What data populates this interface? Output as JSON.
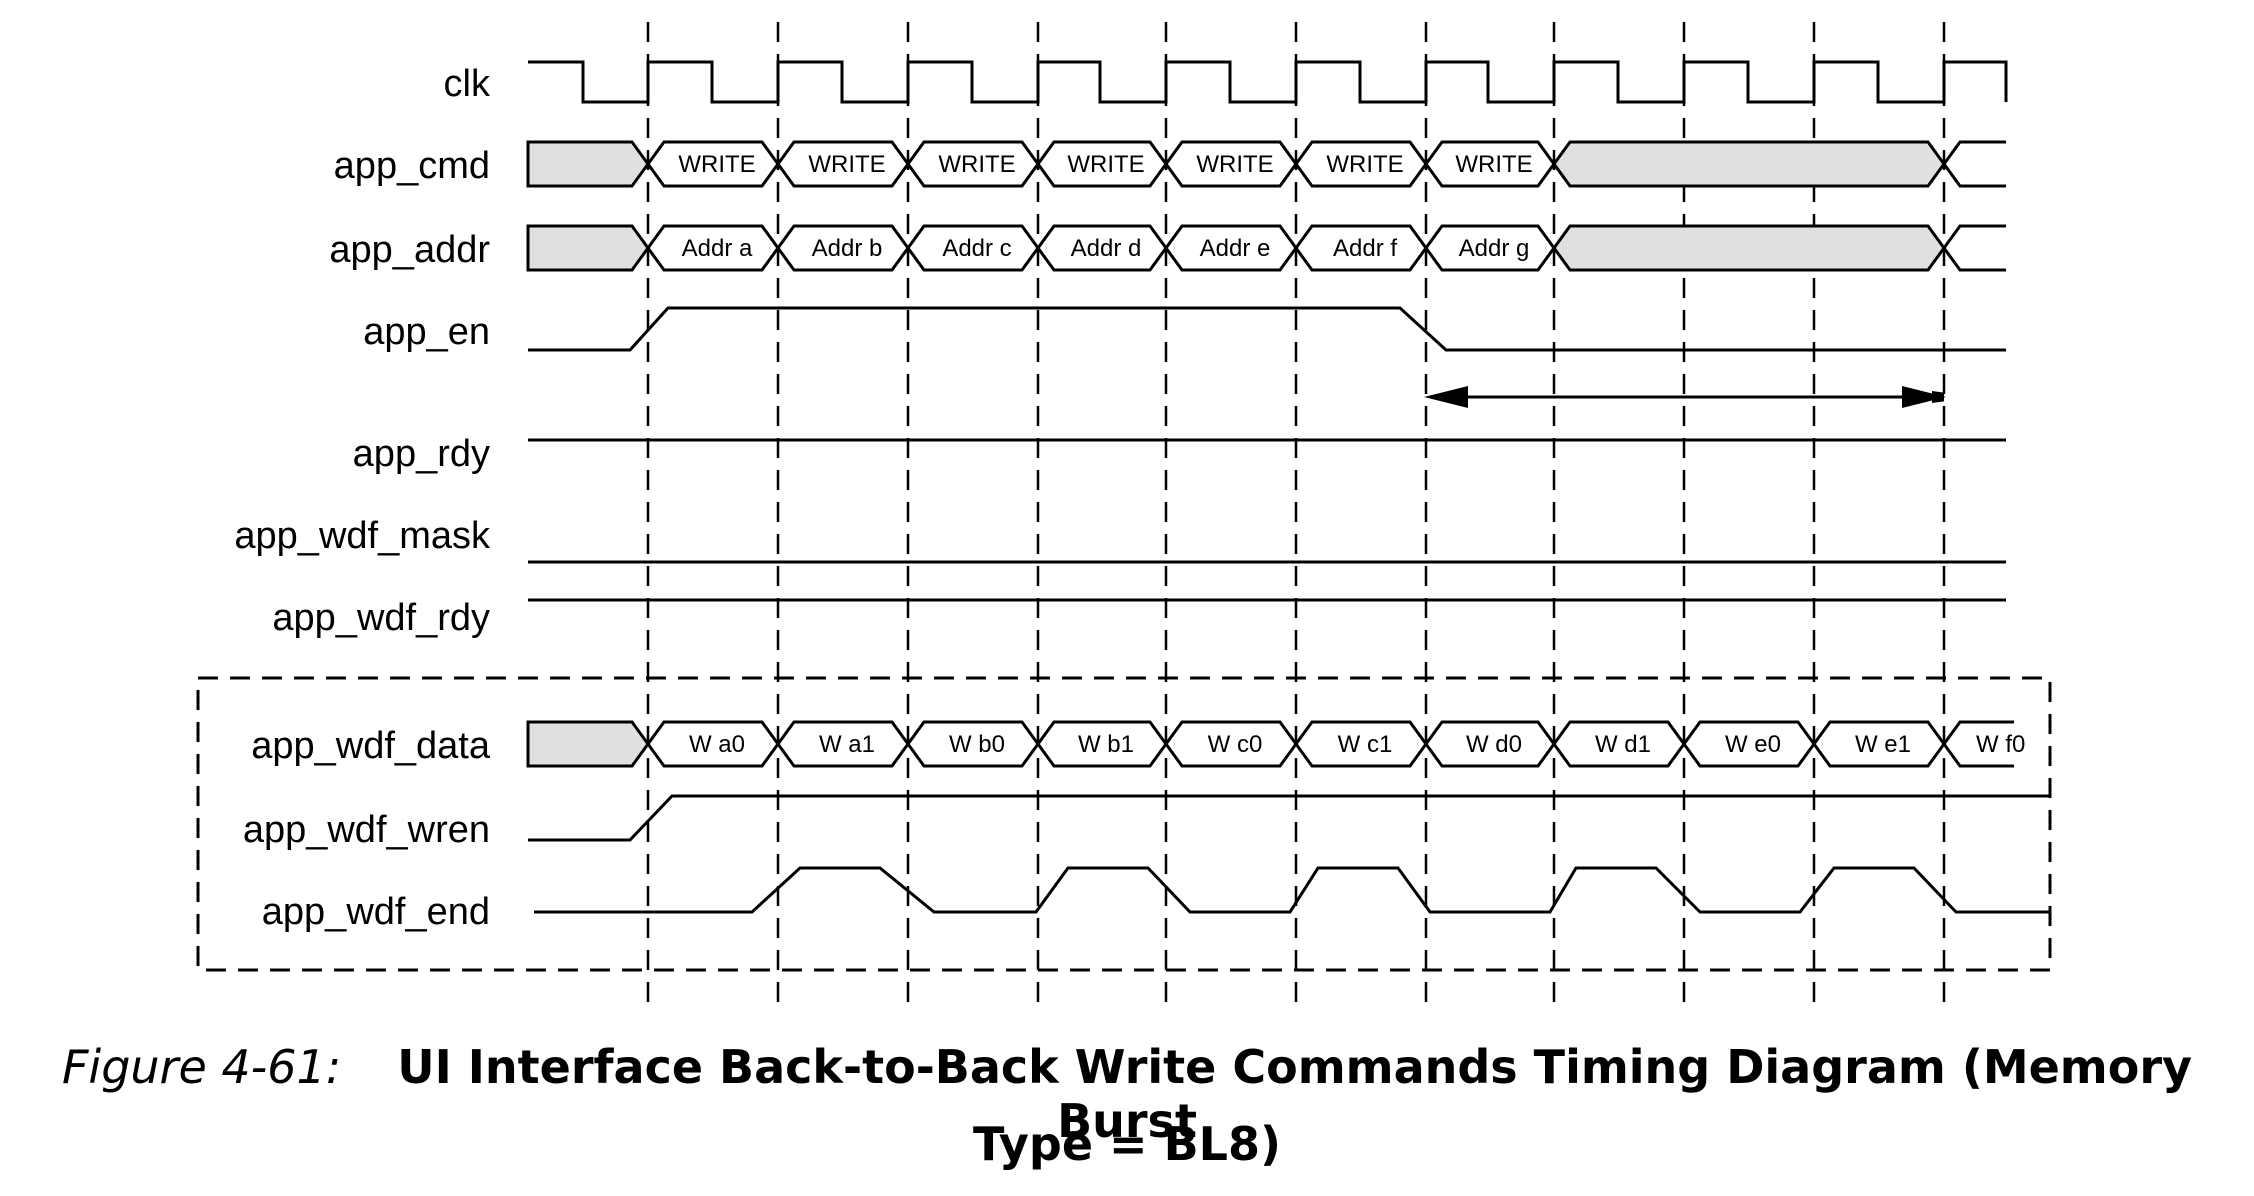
{
  "figure": {
    "number": "Figure 4-61:",
    "title_line1": "UI Interface Back-to-Back Write Commands Timing Diagram (Memory Burst",
    "title_line2": "Type = BL8)"
  },
  "signals": {
    "clk": "clk",
    "app_cmd": "app_cmd",
    "app_addr": "app_addr",
    "app_en": "app_en",
    "app_rdy": "app_rdy",
    "app_wdf_mask": "app_wdf_mask",
    "app_wdf_rdy": "app_wdf_rdy",
    "app_wdf_data": "app_wdf_data",
    "app_wdf_wren": "app_wdf_wren",
    "app_wdf_end": "app_wdf_end"
  },
  "app_cmd_values": [
    "WRITE",
    "WRITE",
    "WRITE",
    "WRITE",
    "WRITE",
    "WRITE",
    "WRITE"
  ],
  "app_addr_values": [
    "Addr a",
    "Addr b",
    "Addr c",
    "Addr d",
    "Addr e",
    "Addr f",
    "Addr g"
  ],
  "app_wdf_data_values": [
    "W a0",
    "W a1",
    "W b0",
    "W b1",
    "W c0",
    "W c1",
    "W d0",
    "W d1",
    "W e0",
    "W e1",
    "W f0"
  ],
  "colors": {
    "shaded_bus": "#e0e0e0",
    "line": "#000000"
  }
}
